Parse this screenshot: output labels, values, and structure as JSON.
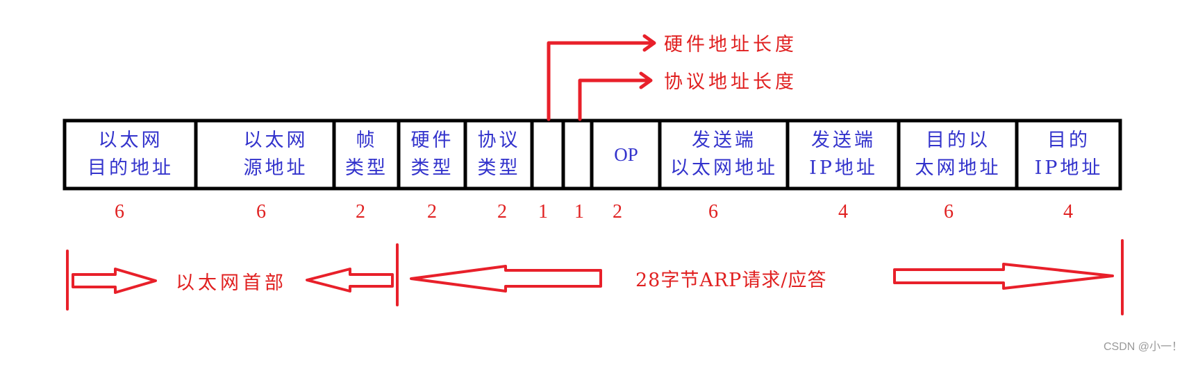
{
  "title": "ARP frame format",
  "fields": [
    {
      "line1": "以太网",
      "line2": "目的地址",
      "bytes": "6"
    },
    {
      "line1": "以太网",
      "line2": "源地址",
      "bytes": "6"
    },
    {
      "line1": "帧",
      "line2": "类型",
      "bytes": "2"
    },
    {
      "line1": "硬件",
      "line2": "类型",
      "bytes": "2"
    },
    {
      "line1": "协议",
      "line2": "类型",
      "bytes": "2"
    },
    {
      "line1": "",
      "line2": "",
      "bytes": "1"
    },
    {
      "line1": "",
      "line2": "",
      "bytes": "1"
    },
    {
      "line1": "OP",
      "line2": "",
      "bytes": "2"
    },
    {
      "line1": "发送端",
      "line2": "以太网地址",
      "bytes": "6"
    },
    {
      "line1": "发送端",
      "line2": "IP地址",
      "bytes": "4"
    },
    {
      "line1": "目的以",
      "line2": "太网地址",
      "bytes": "6"
    },
    {
      "line1": "目的",
      "line2": "IP地址",
      "bytes": "4"
    }
  ],
  "callouts": {
    "hardware_addr_len": "硬件地址长度",
    "protocol_addr_len": "协议地址长度"
  },
  "spans": {
    "ethernet_header": "以太网首部",
    "arp_body": "28字节ARP请求/应答"
  },
  "colors": {
    "field_text": "#3333cc",
    "annotation": "#e02020",
    "border": "#000000"
  },
  "watermark": "CSDN @小一！"
}
